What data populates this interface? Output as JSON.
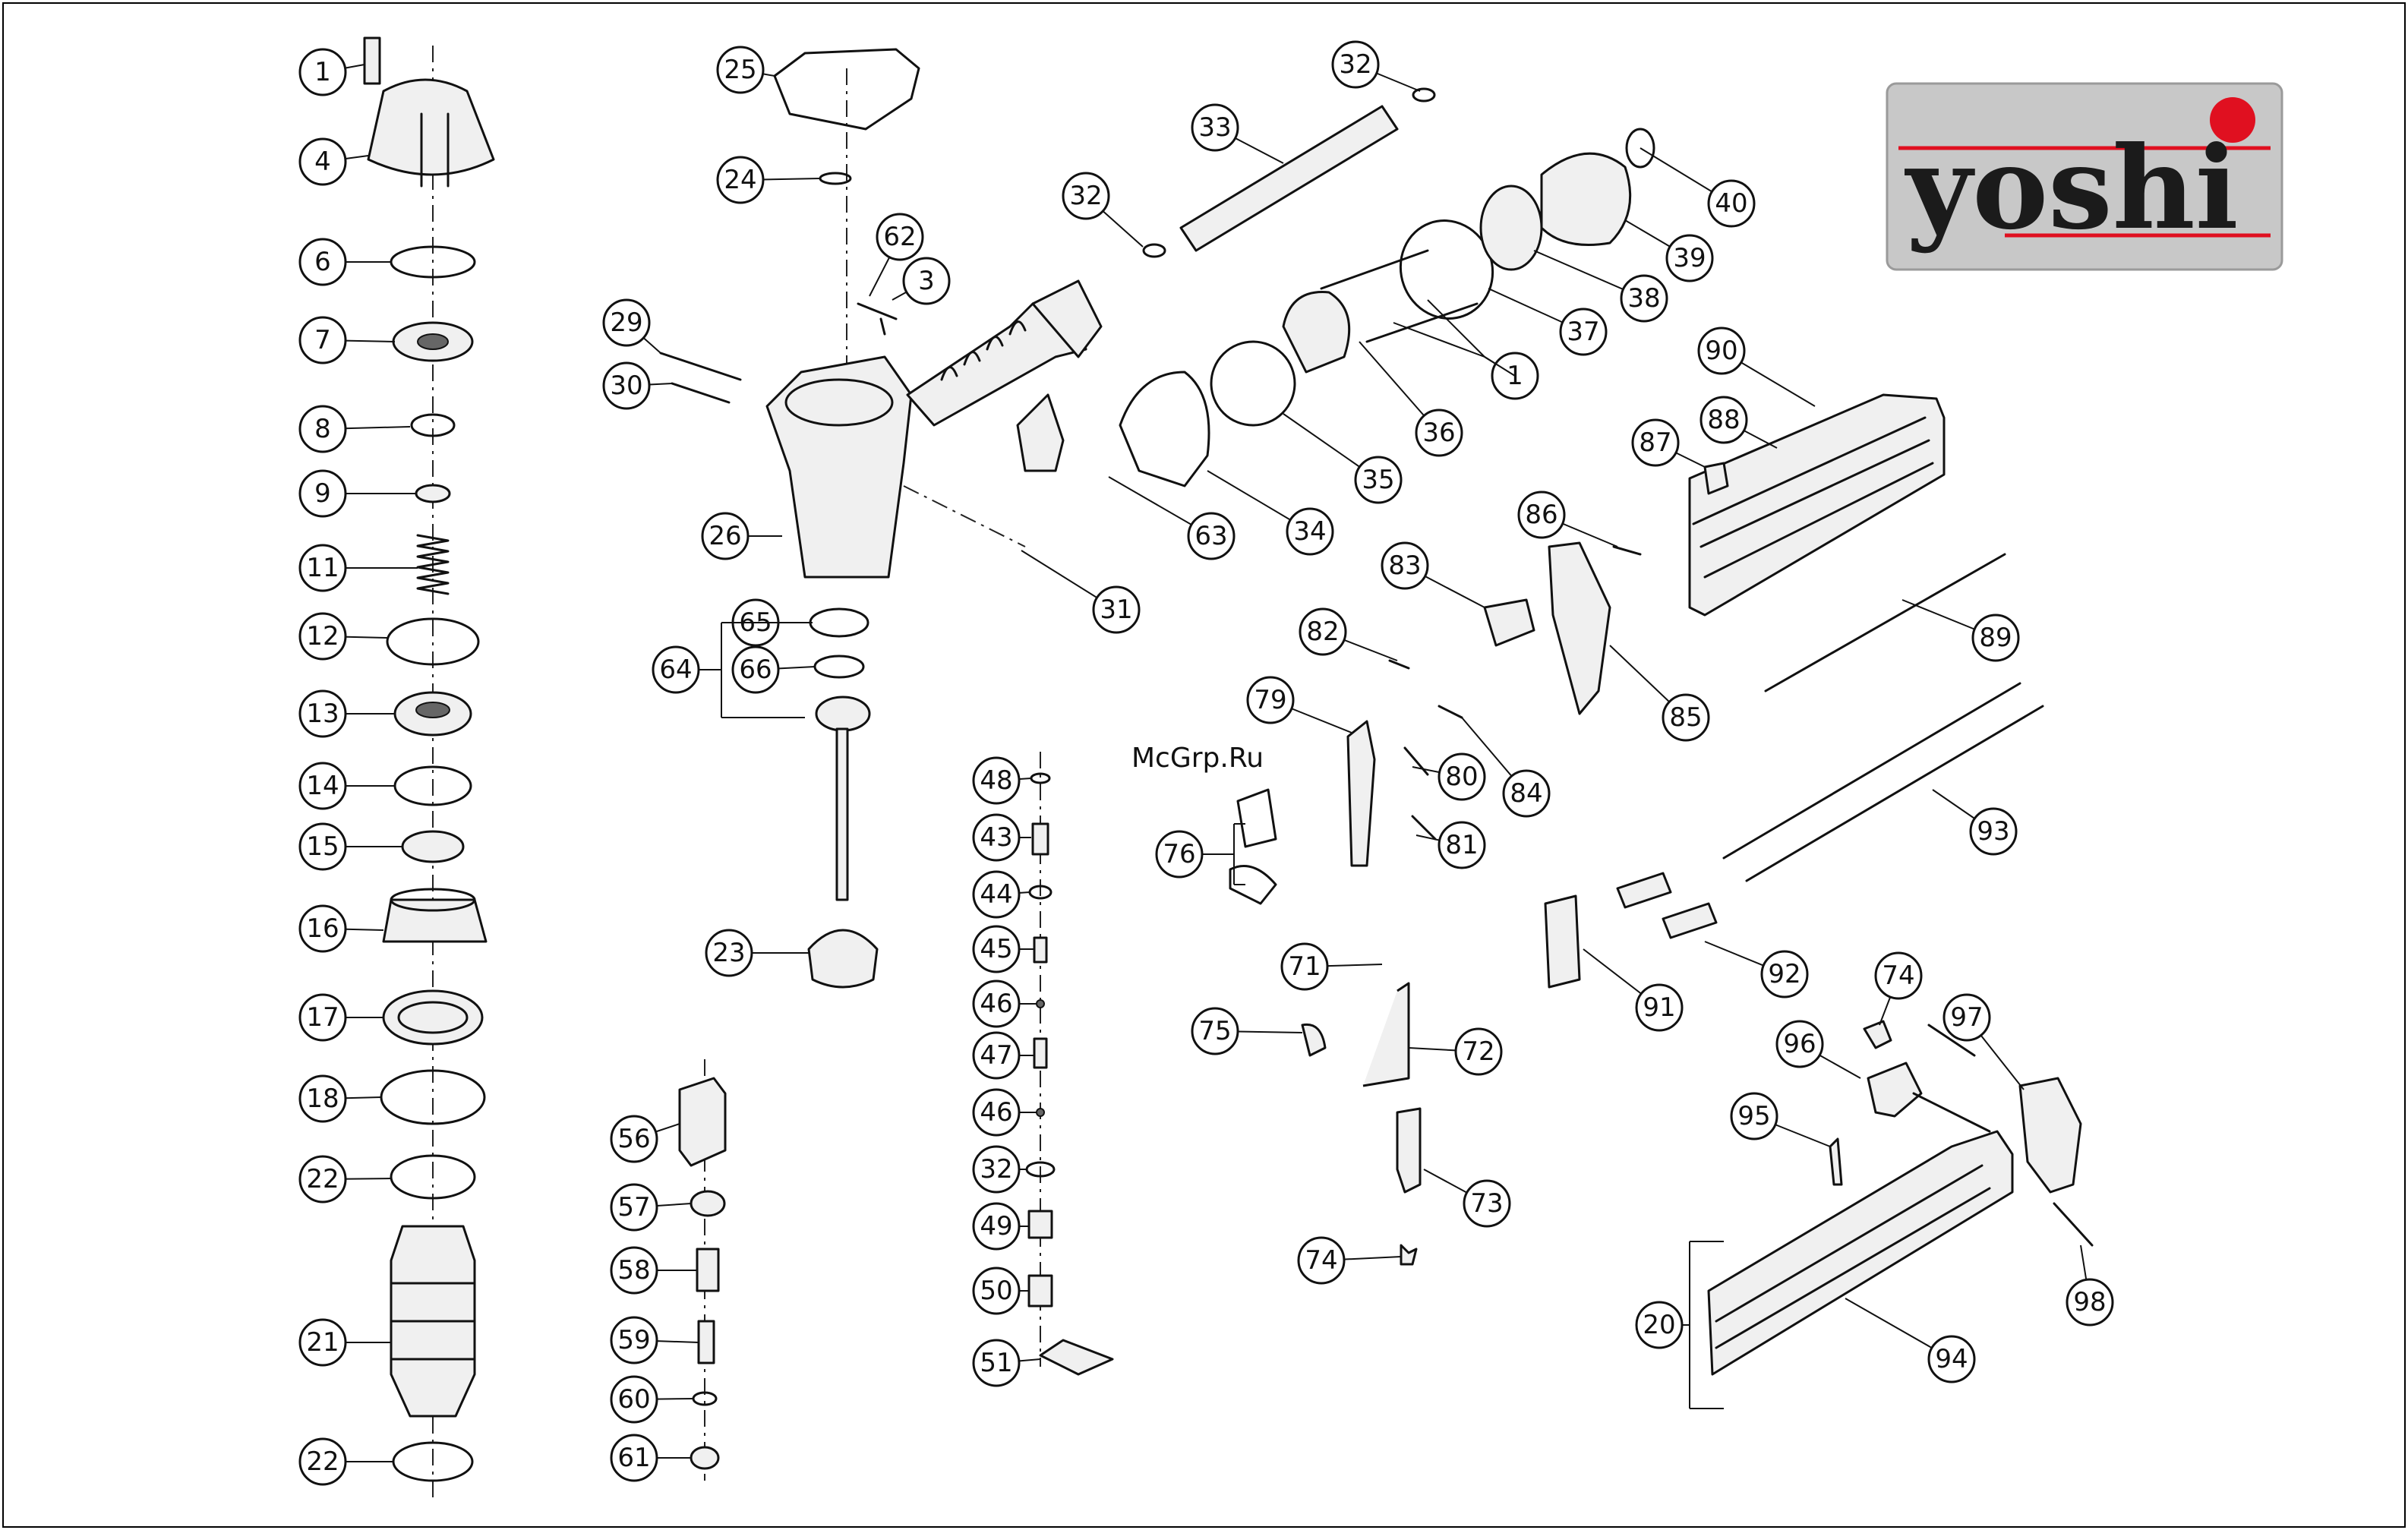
{
  "watermark": "McGrp.Ru",
  "logo": {
    "text": "yoshi",
    "accent_color": "#e01020"
  },
  "callouts": [
    "1",
    "4",
    "6",
    "7",
    "8",
    "9",
    "11",
    "12",
    "13",
    "14",
    "15",
    "16",
    "17",
    "18",
    "22",
    "21",
    "22",
    "25",
    "24",
    "62",
    "3",
    "29",
    "30",
    "26",
    "65",
    "64",
    "66",
    "23",
    "33",
    "32",
    "32",
    "40",
    "39",
    "38",
    "37",
    "1",
    "36",
    "35",
    "34",
    "63",
    "31",
    "56",
    "57",
    "58",
    "59",
    "60",
    "61",
    "48",
    "43",
    "44",
    "45",
    "46",
    "47",
    "46",
    "32",
    "49",
    "50",
    "51",
    "90",
    "88",
    "87",
    "86",
    "83",
    "82",
    "85",
    "84",
    "89",
    "79",
    "80",
    "81",
    "76",
    "93",
    "92",
    "91",
    "71",
    "75",
    "72",
    "73",
    "74",
    "74",
    "97",
    "96",
    "95",
    "98",
    "20",
    "94"
  ]
}
